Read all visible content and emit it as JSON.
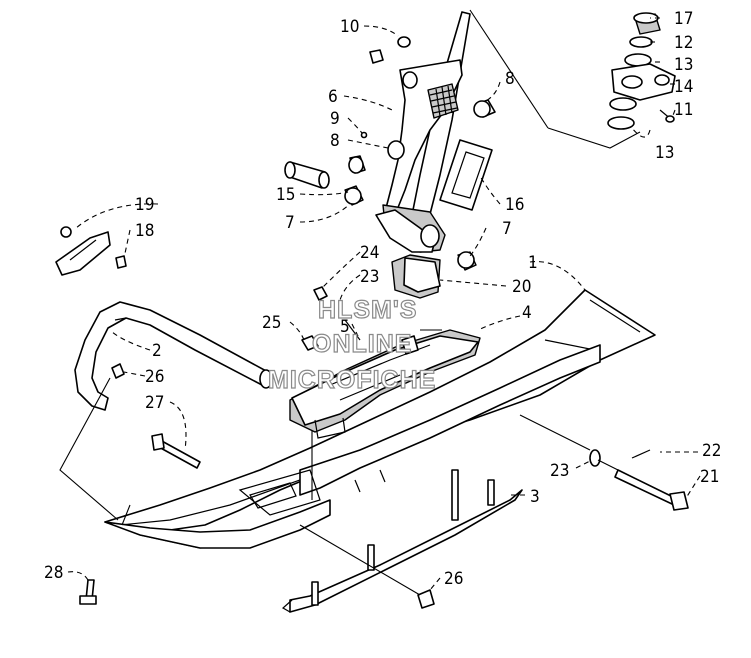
{
  "labels": {
    "l1": "1",
    "l2": "2",
    "l3": "3",
    "l4": "4",
    "l5": "5",
    "l6": "6",
    "l7a": "7",
    "l7b": "7",
    "l8a": "8",
    "l8b": "8",
    "l9": "9",
    "l10": "10",
    "l11": "11",
    "l12": "12",
    "l13a": "13",
    "l13b": "13",
    "l14": "14",
    "l15": "15",
    "l16": "16",
    "l17": "17",
    "l18": "18",
    "l19": "19",
    "l20": "20",
    "l21": "21",
    "l22": "22",
    "l23a": "23",
    "l23b": "23",
    "l24": "24",
    "l25": "25",
    "l26a": "26",
    "l26b": "26",
    "l27": "27",
    "l28": "28"
  },
  "watermark": {
    "line1": "HLSM'S",
    "line2": "ONLINE",
    "line3": "MICROFICHE"
  }
}
